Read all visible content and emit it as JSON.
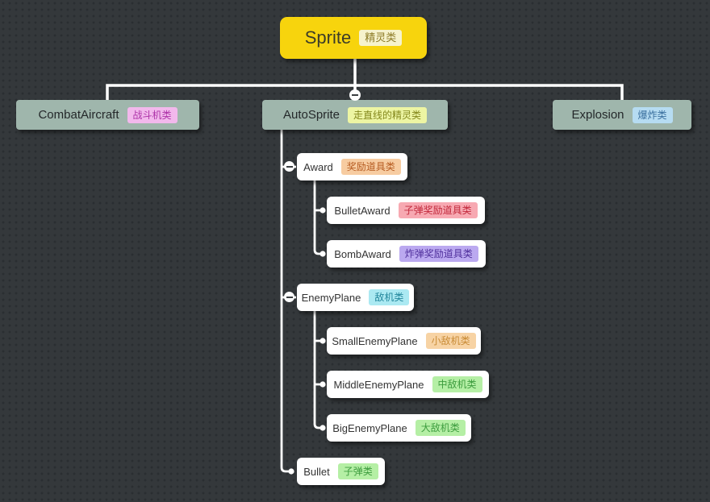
{
  "diagram": {
    "type": "mindmap-class-hierarchy",
    "nodes": {
      "sprite": {
        "label": "Sprite",
        "tag": "精灵类"
      },
      "combat_aircraft": {
        "label": "CombatAircraft",
        "tag": "战斗机类"
      },
      "auto_sprite": {
        "label": "AutoSprite",
        "tag": "走直线的精灵类"
      },
      "explosion": {
        "label": "Explosion",
        "tag": "爆炸类"
      },
      "award": {
        "label": "Award",
        "tag": "奖励道具类"
      },
      "bullet_award": {
        "label": "BulletAward",
        "tag": "子弹奖励道具类"
      },
      "bomb_award": {
        "label": "BombAward",
        "tag": "炸弹奖励道具类"
      },
      "enemy_plane": {
        "label": "EnemyPlane",
        "tag": "敌机类"
      },
      "small_enemy_plane": {
        "label": "SmallEnemyPlane",
        "tag": "小敌机类"
      },
      "middle_enemy_plane": {
        "label": "MiddleEnemyPlane",
        "tag": "中敌机类"
      },
      "big_enemy_plane": {
        "label": "BigEnemyPlane",
        "tag": "大敌机类"
      },
      "bullet": {
        "label": "Bullet",
        "tag": "子弹类"
      }
    },
    "hierarchy": {
      "Sprite": [
        "CombatAircraft",
        "AutoSprite",
        "Explosion"
      ],
      "AutoSprite": [
        "Award",
        "EnemyPlane",
        "Bullet"
      ],
      "Award": [
        "BulletAward",
        "BombAward"
      ],
      "EnemyPlane": [
        "SmallEnemyPlane",
        "MiddleEnemyPlane",
        "BigEnemyPlane"
      ]
    },
    "colors": {
      "canvas_bg": "#34383b",
      "canvas_dot": "#2a2e31",
      "root_node_bg": "#f7d40d",
      "branch_node_bg": "#9fb6ac",
      "child_node_bg": "#ffffff",
      "connector": "#ffffff",
      "tag_root": "#f6f3cd",
      "tag_pink": "#f2b8ec",
      "tag_lime": "#edf5a3",
      "tag_blue": "#b6dcf2",
      "tag_peach": "#f7cca1",
      "tag_rose": "#f7a9b2",
      "tag_purple": "#bba9f0",
      "tag_cyan": "#abe9f2",
      "tag_apricot": "#f7d3a4",
      "tag_green": "#b5efa5"
    }
  }
}
